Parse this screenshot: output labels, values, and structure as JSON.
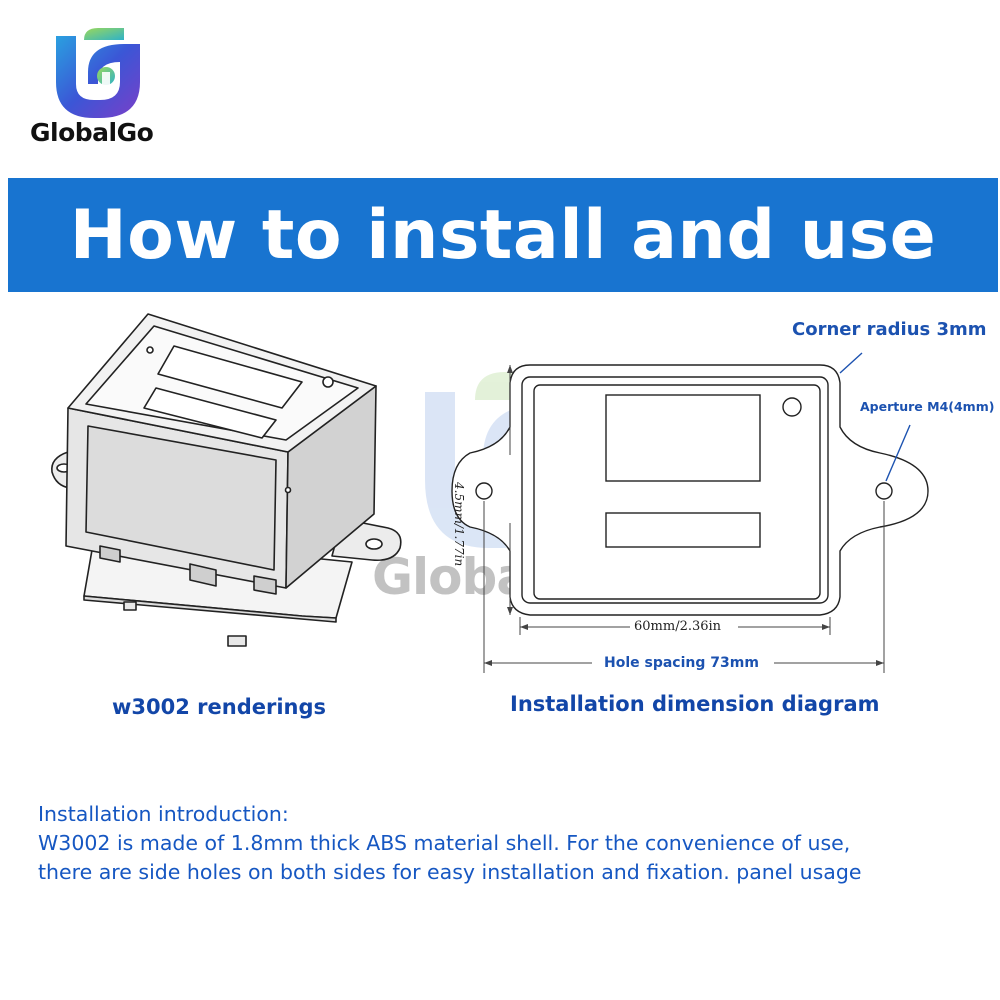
{
  "brand": {
    "name": "GlobalGo"
  },
  "banner": {
    "title": "How to install and use"
  },
  "left_caption": "w3002 renderings",
  "right_caption": "Installation dimension diagram",
  "annotations": {
    "corner_radius": "Corner radius 3mm",
    "aperture": "Aperture M4(4mm)",
    "height_dim": "4.5mm/1.77in",
    "width_dim": "60mm/2.36in",
    "hole_spacing": "Hole spacing 73mm"
  },
  "watermark": "GlobalGo",
  "intro": {
    "heading": "Installation introduction:",
    "line1": "W3002 is made of 1.8mm thick ABS material shell. For the convenience of use,",
    "line2": "there are side holes on both sides for easy installation and fixation. panel usage"
  },
  "colors": {
    "banner": "#1874d0",
    "caption_text": "#1246a8",
    "intro_text": "#1657c2",
    "logo_blue": "#2f6fd8",
    "logo_green": "#7cc96a"
  }
}
